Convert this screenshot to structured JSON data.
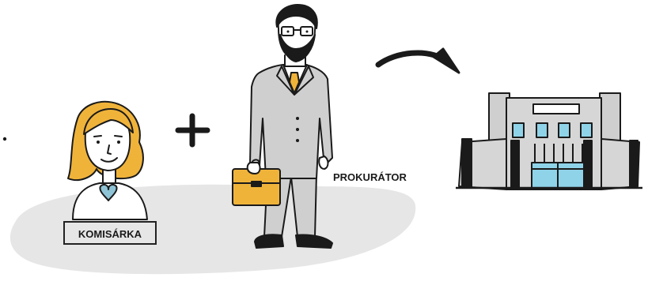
{
  "labels": {
    "komisarka": "KOMISÁRKA",
    "prokurator": "PROKURÁTOR"
  },
  "icons": [
    "commissioner-figure",
    "plus-icon",
    "prosecutor-figure",
    "arrow-icon",
    "court-building-icon"
  ],
  "colors": {
    "hair": "#f0b33a",
    "briefcase": "#f0b33a",
    "tie": "#f0b33a",
    "suit": "#cfcfcf",
    "blob": "#e6e6e6",
    "windows": "#8fd3e8",
    "outline": "#1a1a1a"
  }
}
